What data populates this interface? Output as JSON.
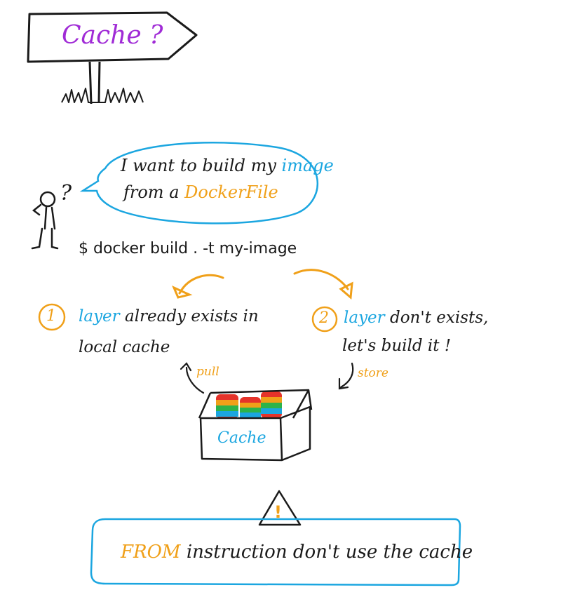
{
  "colors": {
    "ink": "#1a1a1a",
    "purple": "#a02bd6",
    "blue": "#1ba6e0",
    "orange": "#f0a019",
    "alert_fill": "#f0a019"
  },
  "sign": {
    "title": "Cache ?"
  },
  "bubble": {
    "line1_prefix": "I want to build my ",
    "line1_highlight": "image",
    "line2_prefix": "from a ",
    "line2_highlight": "DockerFile"
  },
  "person": {
    "question_mark": "?"
  },
  "command": {
    "text": "$ docker build . -t my-image"
  },
  "option1": {
    "number": "1",
    "keyword": "layer",
    "line1_rest": " already exists in",
    "line2": "local cache",
    "arrow_label": "pull"
  },
  "option2": {
    "number": "2",
    "keyword": "layer",
    "line1_rest": " don't exists,",
    "line2": "let's build it !",
    "arrow_label": "store"
  },
  "box": {
    "label": "Cache"
  },
  "warning": {
    "icon_symbol": "!",
    "keyword": "FROM",
    "rest": " instruction don't use the cache"
  }
}
